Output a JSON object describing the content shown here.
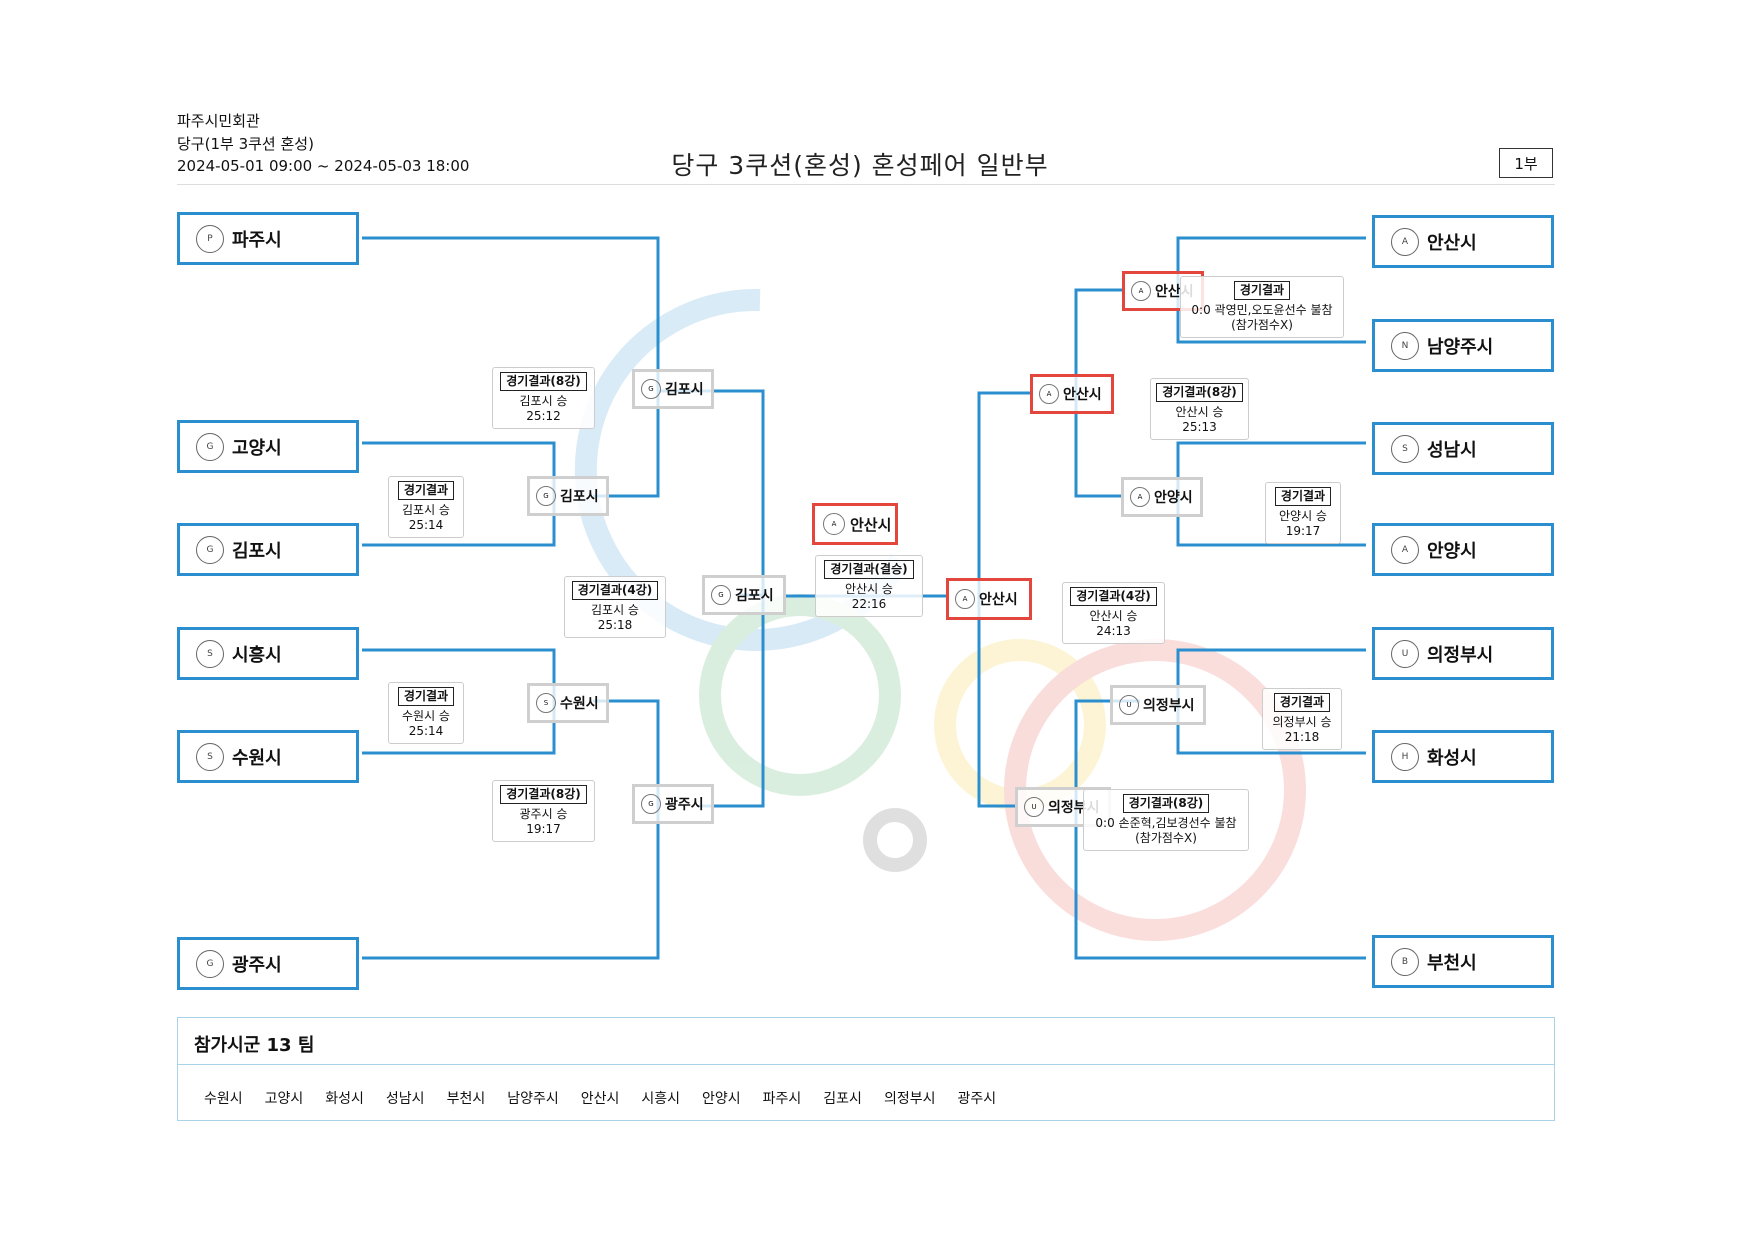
{
  "header": {
    "venue": "파주시민회관",
    "event": "당구(1부 3쿠션 혼성)",
    "dates": "2024-05-01 09:00 ~ 2024-05-03 18:00",
    "title": "당구 3쿠션(혼성) 혼성페어 일반부",
    "division_badge": "1부"
  },
  "colors": {
    "line": "#2b8fcf",
    "winner_border": "#e2463c",
    "node_border": "#cfcfcf"
  },
  "teams": {
    "left": [
      "파주시",
      "고양시",
      "김포시",
      "시흥시",
      "수원시",
      "광주시"
    ],
    "right": [
      "안산시",
      "남양주시",
      "성남시",
      "안양시",
      "의정부시",
      "화성시",
      "부천시"
    ]
  },
  "nodes": {
    "l_r2_a": "김포시",
    "l_r1_b": "김포시",
    "l_r1_c": "수원시",
    "l_r2_b": "광주시",
    "l_semi": "김포시",
    "r_r1_a": "안산시",
    "r_r2_a": "안산시",
    "r_r1_b": "안양시",
    "r_r1_c": "의정부시",
    "r_r2_b": "의정부시",
    "r_semi": "안산시",
    "champion": "안산시"
  },
  "results": {
    "l1": {
      "label": "경기결과(8강)",
      "text": "김포시 승",
      "score": "25:12"
    },
    "l2": {
      "label": "경기결과",
      "text": "김포시 승",
      "score": "25:14"
    },
    "l3": {
      "label": "경기결과(4강)",
      "text": "김포시 승",
      "score": "25:18"
    },
    "l4": {
      "label": "경기결과",
      "text": "수원시 승",
      "score": "25:14"
    },
    "l5": {
      "label": "경기결과(8강)",
      "text": "광주시 승",
      "score": "19:17"
    },
    "final": {
      "label": "경기결과(결승)",
      "text": "안산시 승",
      "score": "22:16"
    },
    "r1": {
      "label": "경기결과",
      "text": "0:0 곽영민,오도윤선수 불참",
      "score": "(참가점수X)"
    },
    "r2": {
      "label": "경기결과(8강)",
      "text": "안산시 승",
      "score": "25:13"
    },
    "r3": {
      "label": "경기결과",
      "text": "안양시 승",
      "score": "19:17"
    },
    "r4": {
      "label": "경기결과(4강)",
      "text": "안산시 승",
      "score": "24:13"
    },
    "r5": {
      "label": "경기결과",
      "text": "의정부시 승",
      "score": "21:18"
    },
    "r6": {
      "label": "경기결과(8강)",
      "text": "0:0 손준혁,김보경선수 불참",
      "score": "(참가점수X)"
    }
  },
  "participants": {
    "title": "참가시군 13 팀",
    "list": [
      "수원시",
      "고양시",
      "화성시",
      "성남시",
      "부천시",
      "남양주시",
      "안산시",
      "시흥시",
      "안양시",
      "파주시",
      "김포시",
      "의정부시",
      "광주시"
    ]
  }
}
